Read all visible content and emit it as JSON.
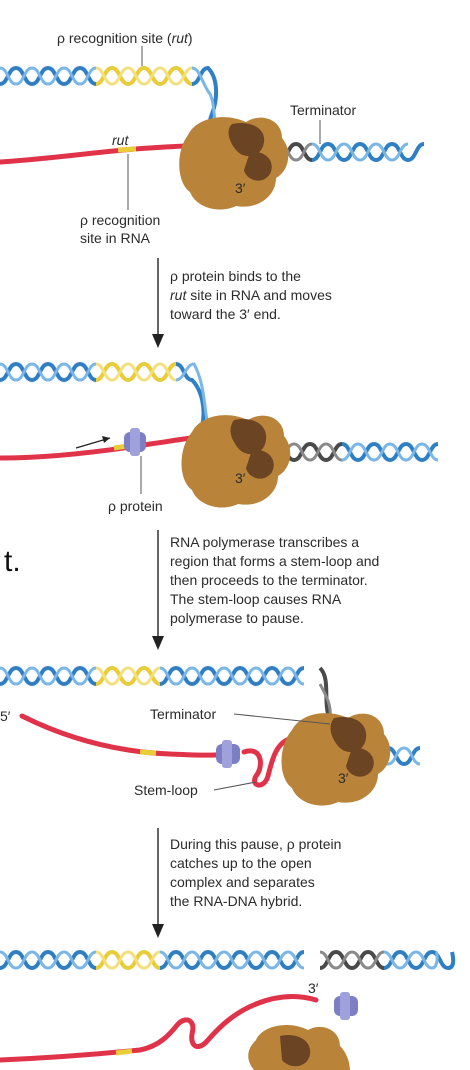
{
  "labels": {
    "rut_site_title_pre": "ρ recognition site (",
    "rut_site_title_it": "rut",
    "rut_site_title_post": ")",
    "terminator_top": "Terminator",
    "rut": "rut",
    "three_prime": "3′",
    "rna_site_line1": "ρ recognition",
    "rna_site_line2": "site in RNA",
    "rho_protein": "ρ protein",
    "terminator_mid": "Terminator",
    "stem_loop": "Stem-loop",
    "five_prime": "5′"
  },
  "steps": {
    "s1": {
      "l1": "ρ protein binds to the",
      "l2_it": "rut",
      "l2": " site in RNA and moves",
      "l3": "toward the 3′ end."
    },
    "s2": {
      "l1": "RNA polymerase transcribes a",
      "l2": "region that forms a stem-loop and",
      "l3": "then proceeds to the terminator.",
      "l4": "The stem-loop causes RNA",
      "l5": "polymerase to pause."
    },
    "s3": {
      "l1": "During this pause, ρ protein",
      "l2": "catches up to the open",
      "l3": "complex and separates",
      "l4": "the RNA-DNA hybrid."
    }
  },
  "edge_fragment": "t.",
  "colors": {
    "dna_blue": "#2f7fc4",
    "dna_yellow": "#e8cc38",
    "dna_gray": "#4a4a4a",
    "rna_red": "#e0334a",
    "polymerase": "#b9843a",
    "polymerase_dark": "#6b4424",
    "rho": "#7d7fc4"
  }
}
